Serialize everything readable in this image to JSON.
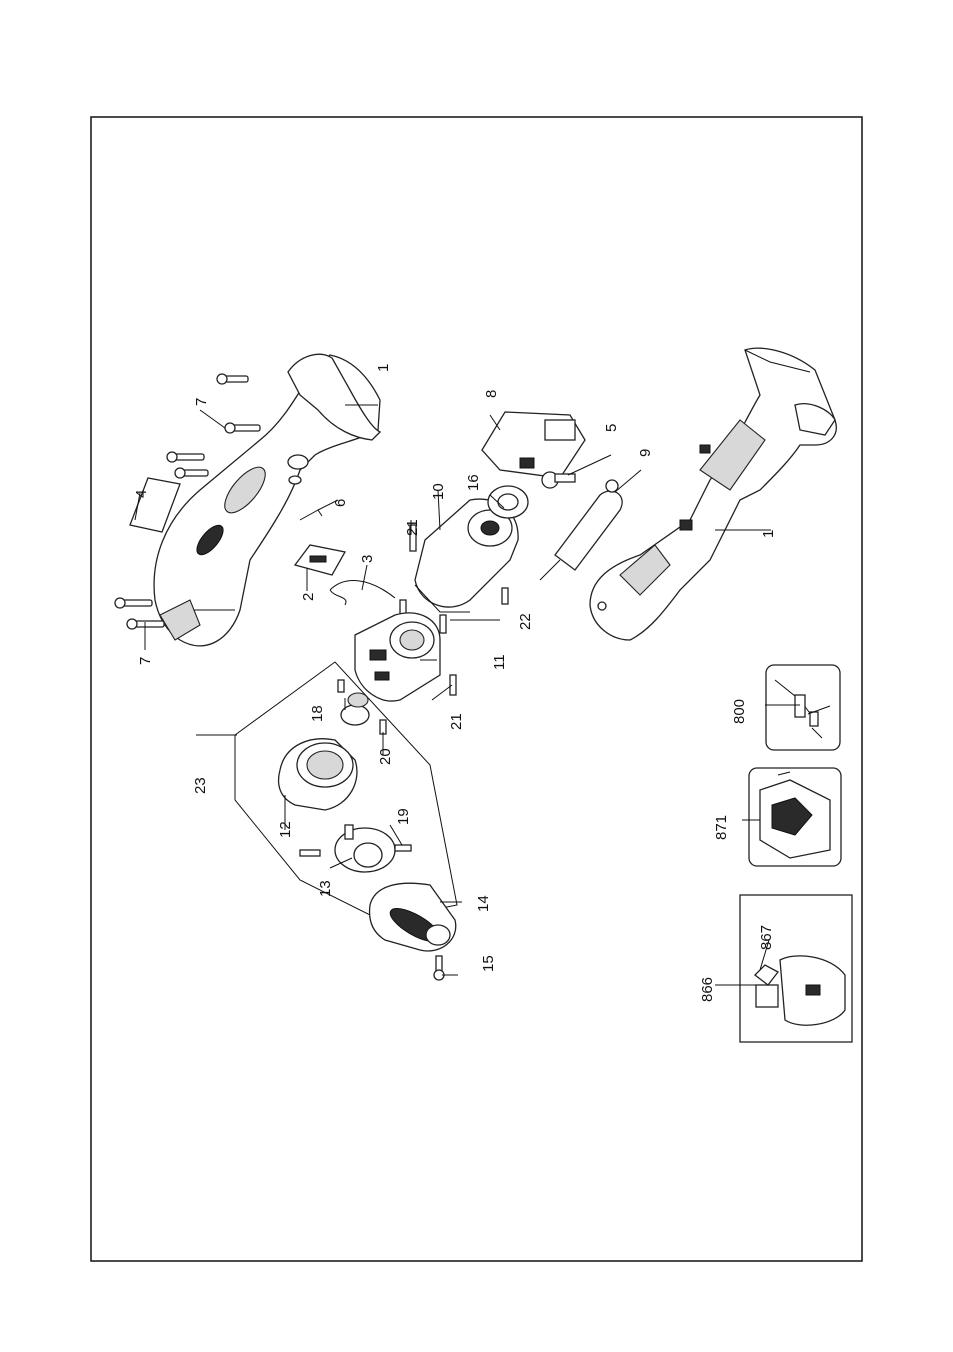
{
  "parts": [
    {
      "id": "handle-top",
      "label": "1"
    },
    {
      "id": "switch-plate",
      "label": "2"
    },
    {
      "id": "spring-clip",
      "label": "3"
    },
    {
      "id": "nameplate",
      "label": "4"
    },
    {
      "id": "switch-screw",
      "label": "5"
    },
    {
      "id": "small-spring",
      "label": "6"
    },
    {
      "id": "screw-a",
      "label": "7"
    },
    {
      "id": "screw-b",
      "label": "7"
    },
    {
      "id": "switch",
      "label": "8"
    },
    {
      "id": "led-light",
      "label": "9"
    },
    {
      "id": "motor",
      "label": "10"
    },
    {
      "id": "gear-housing",
      "label": "11"
    },
    {
      "id": "ring-gear",
      "label": "12"
    },
    {
      "id": "carrier",
      "label": "13"
    },
    {
      "id": "chuck",
      "label": "14"
    },
    {
      "id": "chuck-screw",
      "label": "15"
    },
    {
      "id": "bearing",
      "label": "16"
    },
    {
      "id": "sun-gear",
      "label": "18"
    },
    {
      "id": "screw-19",
      "label": "19"
    },
    {
      "id": "screw-20",
      "label": "20"
    },
    {
      "id": "screw-21a",
      "label": "21"
    },
    {
      "id": "screw-21b",
      "label": "21"
    },
    {
      "id": "screw-22",
      "label": "22"
    },
    {
      "id": "gearbox-assembly",
      "label": "23"
    },
    {
      "id": "handle-bottom",
      "label": "1"
    },
    {
      "id": "wire-harness",
      "label": "800"
    },
    {
      "id": "battery",
      "label": "871"
    },
    {
      "id": "charger",
      "label": "866"
    },
    {
      "id": "charger-plug",
      "label": "867"
    }
  ]
}
